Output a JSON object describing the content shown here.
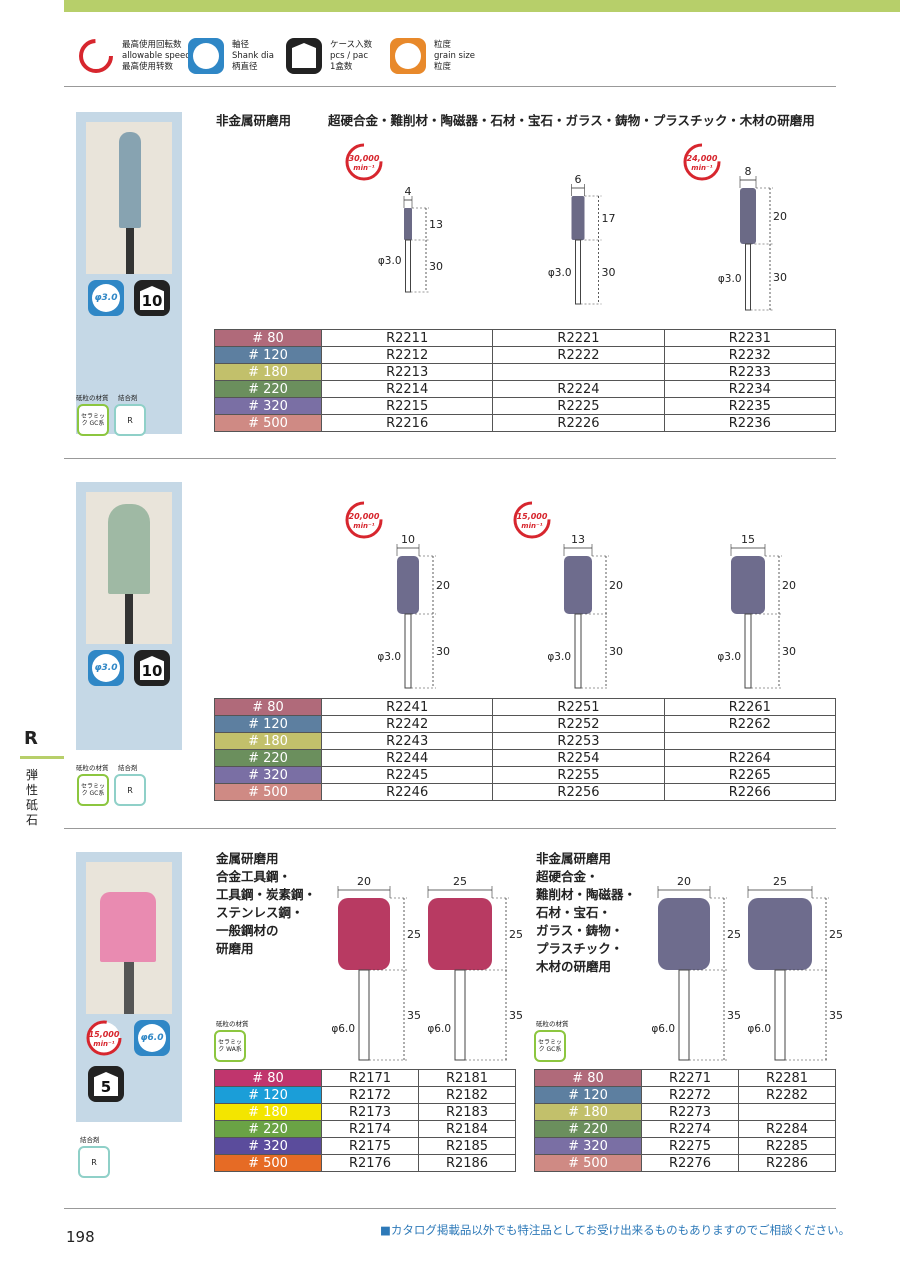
{
  "legend": [
    {
      "icon": "speed-icon",
      "lines": [
        "最高使用回転数",
        "allowable speed",
        "最高使用转数"
      ]
    },
    {
      "icon": "shank-dia-icon",
      "lines": [
        "軸径",
        "Shank dia",
        "柄直径"
      ]
    },
    {
      "icon": "case-icon",
      "lines": [
        "ケース入数",
        "pcs / pac",
        "1盒数"
      ]
    },
    {
      "icon": "grain-icon",
      "lines": [
        "粒度",
        "grain size",
        "粒度"
      ]
    }
  ],
  "grit_colors_a": [
    "#b06a7a",
    "#5d7fa0",
    "#c2c06b",
    "#6b8f5d",
    "#7a6fa4",
    "#cf8a84"
  ],
  "grit_colors_b": [
    "#c0356d",
    "#1b9ed8",
    "#f3e500",
    "#6aa345",
    "#5b4c9c",
    "#e66b25"
  ],
  "section1": {
    "title": "非金属研磨用",
    "subtitle": "超硬合金・難削材・陶磁器・石材・宝石・ガラス・鋳物・プラスチック・木材の研磨用",
    "badge_dia": "φ3.0",
    "badge_pcs": "10",
    "material_label": "砥粒の材質",
    "bond_label": "結合剤",
    "material_value": "セラミック GC系",
    "bond_value": "R",
    "speeds": [
      {
        "v": "30,000",
        "u": "min⁻¹"
      },
      {
        "v": "24,000",
        "u": "min⁻¹"
      }
    ],
    "dims": [
      {
        "w": "4",
        "h": "13",
        "s": "30",
        "d": "φ3.0"
      },
      {
        "w": "6",
        "h": "17",
        "s": "30",
        "d": "φ3.0"
      },
      {
        "w": "8",
        "h": "20",
        "s": "30",
        "d": "φ3.0"
      }
    ],
    "table": [
      [
        "# 80",
        "R2211",
        "R2221",
        "R2231"
      ],
      [
        "# 120",
        "R2212",
        "R2222",
        "R2232"
      ],
      [
        "# 180",
        "R2213",
        "",
        "R2233"
      ],
      [
        "# 220",
        "R2214",
        "R2224",
        "R2234"
      ],
      [
        "# 320",
        "R2215",
        "R2225",
        "R2235"
      ],
      [
        "# 500",
        "R2216",
        "R2226",
        "R2236"
      ]
    ]
  },
  "section2": {
    "badge_dia": "φ3.0",
    "badge_pcs": "10",
    "material_label": "砥粒の材質",
    "bond_label": "結合剤",
    "material_value": "セラミック GC系",
    "bond_value": "R",
    "speeds": [
      {
        "v": "20,000",
        "u": "min⁻¹"
      },
      {
        "v": "15,000",
        "u": "min⁻¹"
      }
    ],
    "dims": [
      {
        "w": "10",
        "h": "20",
        "s": "30",
        "d": "φ3.0"
      },
      {
        "w": "13",
        "h": "20",
        "s": "30",
        "d": "φ3.0"
      },
      {
        "w": "15",
        "h": "20",
        "s": "30",
        "d": "φ3.0"
      }
    ],
    "table": [
      [
        "# 80",
        "R2241",
        "R2251",
        "R2261"
      ],
      [
        "# 120",
        "R2242",
        "R2252",
        "R2262"
      ],
      [
        "# 180",
        "R2243",
        "R2253",
        ""
      ],
      [
        "# 220",
        "R2244",
        "R2254",
        "R2264"
      ],
      [
        "# 320",
        "R2245",
        "R2255",
        "R2265"
      ],
      [
        "# 500",
        "R2246",
        "R2256",
        "R2266"
      ]
    ]
  },
  "section3": {
    "speed": {
      "v": "15,000",
      "u": "min⁻¹"
    },
    "badge_dia": "φ6.0",
    "badge_pcs": "5",
    "bond_label": "結合剤",
    "bond_value": "R",
    "left": {
      "text": [
        "金属研磨用",
        "合金工具鋼・",
        "工具鋼・炭素鋼・",
        "ステンレス鋼・",
        "一般鋼材の",
        "研磨用"
      ],
      "material_label": "砥粒の材質",
      "material_value": "セラミック WA系",
      "dims": [
        {
          "w": "20",
          "h": "25",
          "s": "35",
          "d": "φ6.0"
        },
        {
          "w": "25",
          "h": "25",
          "s": "35",
          "d": "φ6.0"
        }
      ],
      "table": [
        [
          "# 80",
          "R2171",
          "R2181"
        ],
        [
          "# 120",
          "R2172",
          "R2182"
        ],
        [
          "# 180",
          "R2173",
          "R2183"
        ],
        [
          "# 220",
          "R2174",
          "R2184"
        ],
        [
          "# 320",
          "R2175",
          "R2185"
        ],
        [
          "# 500",
          "R2176",
          "R2186"
        ]
      ]
    },
    "right": {
      "text": [
        "非金属研磨用",
        "超硬合金・",
        "難削材・陶磁器・",
        "石材・宝石・",
        "ガラス・鋳物・",
        "プラスチック・",
        "木材の研磨用"
      ],
      "material_label": "砥粒の材質",
      "material_value": "セラミック GC系",
      "dims": [
        {
          "w": "20",
          "h": "25",
          "s": "35",
          "d": "φ6.0"
        },
        {
          "w": "25",
          "h": "25",
          "s": "35",
          "d": "φ6.0"
        }
      ],
      "table": [
        [
          "# 80",
          "R2271",
          "R2281"
        ],
        [
          "# 120",
          "R2272",
          "R2282"
        ],
        [
          "# 180",
          "R2273",
          ""
        ],
        [
          "# 220",
          "R2274",
          "R2284"
        ],
        [
          "# 320",
          "R2275",
          "R2285"
        ],
        [
          "# 500",
          "R2276",
          "R2286"
        ]
      ]
    }
  },
  "side_tab": {
    "letter": "R",
    "label": "弾性砥石"
  },
  "page_number": "198",
  "footnote": "■カタログ掲載品以外でも特注品としてお受け出来るものもありますのでご相談ください。"
}
